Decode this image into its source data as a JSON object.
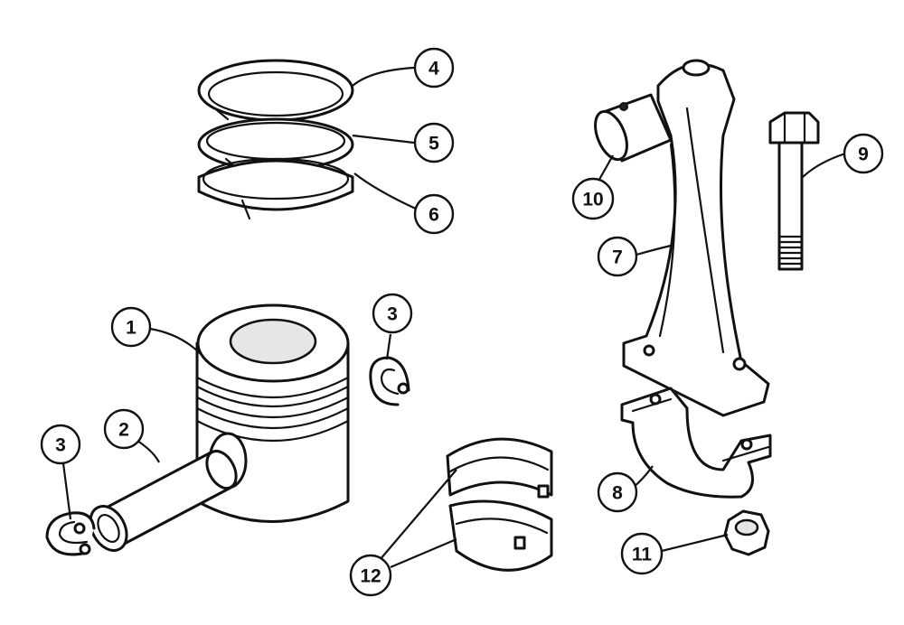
{
  "diagram": {
    "callouts": [
      {
        "id": "c1",
        "label": "1"
      },
      {
        "id": "c2",
        "label": "2"
      },
      {
        "id": "c3a",
        "label": "3"
      },
      {
        "id": "c3b",
        "label": "3"
      },
      {
        "id": "c4",
        "label": "4"
      },
      {
        "id": "c5",
        "label": "5"
      },
      {
        "id": "c6",
        "label": "6"
      },
      {
        "id": "c7",
        "label": "7"
      },
      {
        "id": "c8",
        "label": "8"
      },
      {
        "id": "c9",
        "label": "9"
      },
      {
        "id": "c10",
        "label": "10"
      },
      {
        "id": "c11",
        "label": "11"
      },
      {
        "id": "c12",
        "label": "12"
      }
    ]
  }
}
